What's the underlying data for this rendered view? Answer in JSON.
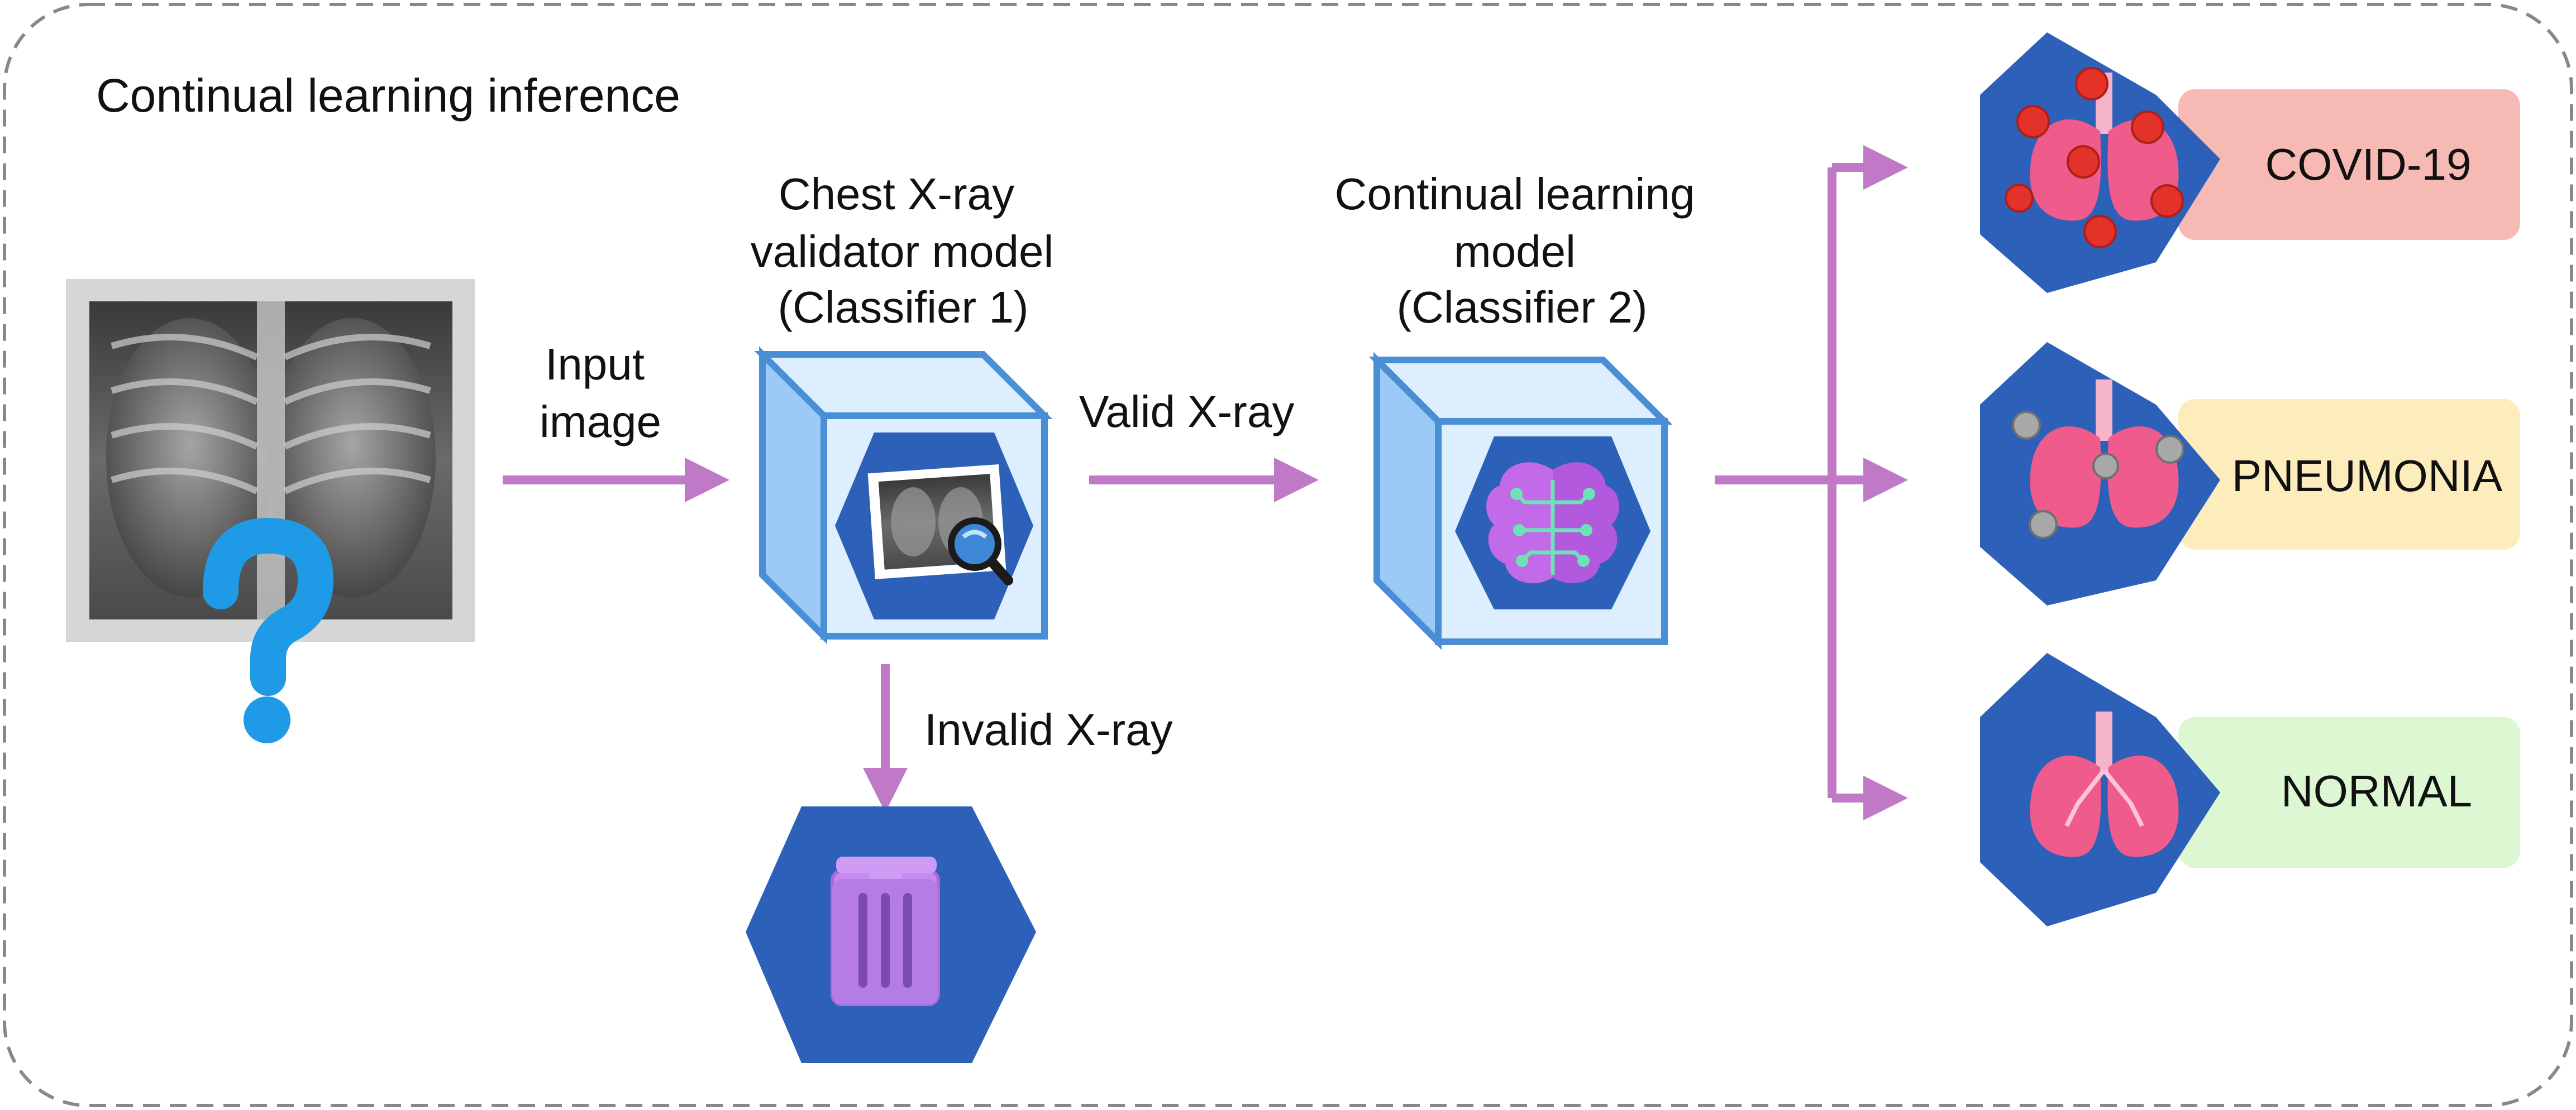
{
  "title": "Continual learning inference",
  "input_label": [
    "Input",
    "image"
  ],
  "classifier1": {
    "title": [
      "Chest X-ray",
      "validator model",
      "(Classifier 1)"
    ],
    "icon": "xray-magnifier-icon"
  },
  "classifier2": {
    "title": [
      "Continual learning",
      "model",
      "(Classifier 2)"
    ],
    "icon": "brain-circuit-icon"
  },
  "valid_label": "Valid X-ray",
  "invalid_label": "Invalid X-ray",
  "input_icons": [
    "chest-xray-image",
    "question-mark-icon"
  ],
  "discard_icon": "trash-icon",
  "outputs": [
    {
      "label": "COVID-19",
      "color": "#f7b9b4",
      "icon": "lungs-covid-icon"
    },
    {
      "label": "PNEUMONIA",
      "color": "#fdecbc",
      "icon": "lungs-pneumonia-icon"
    },
    {
      "label": "NORMAL",
      "color": "#dcf7d2",
      "icon": "lungs-normal-icon"
    }
  ],
  "colors": {
    "arrow": "#c079c6",
    "hex_blue": "#2d60b8",
    "box_stroke": "#4a8fd6",
    "box_fill": "#ddefff",
    "box_side": "#9ccaf6",
    "question": "#1f9ae6",
    "border": "#888888"
  }
}
